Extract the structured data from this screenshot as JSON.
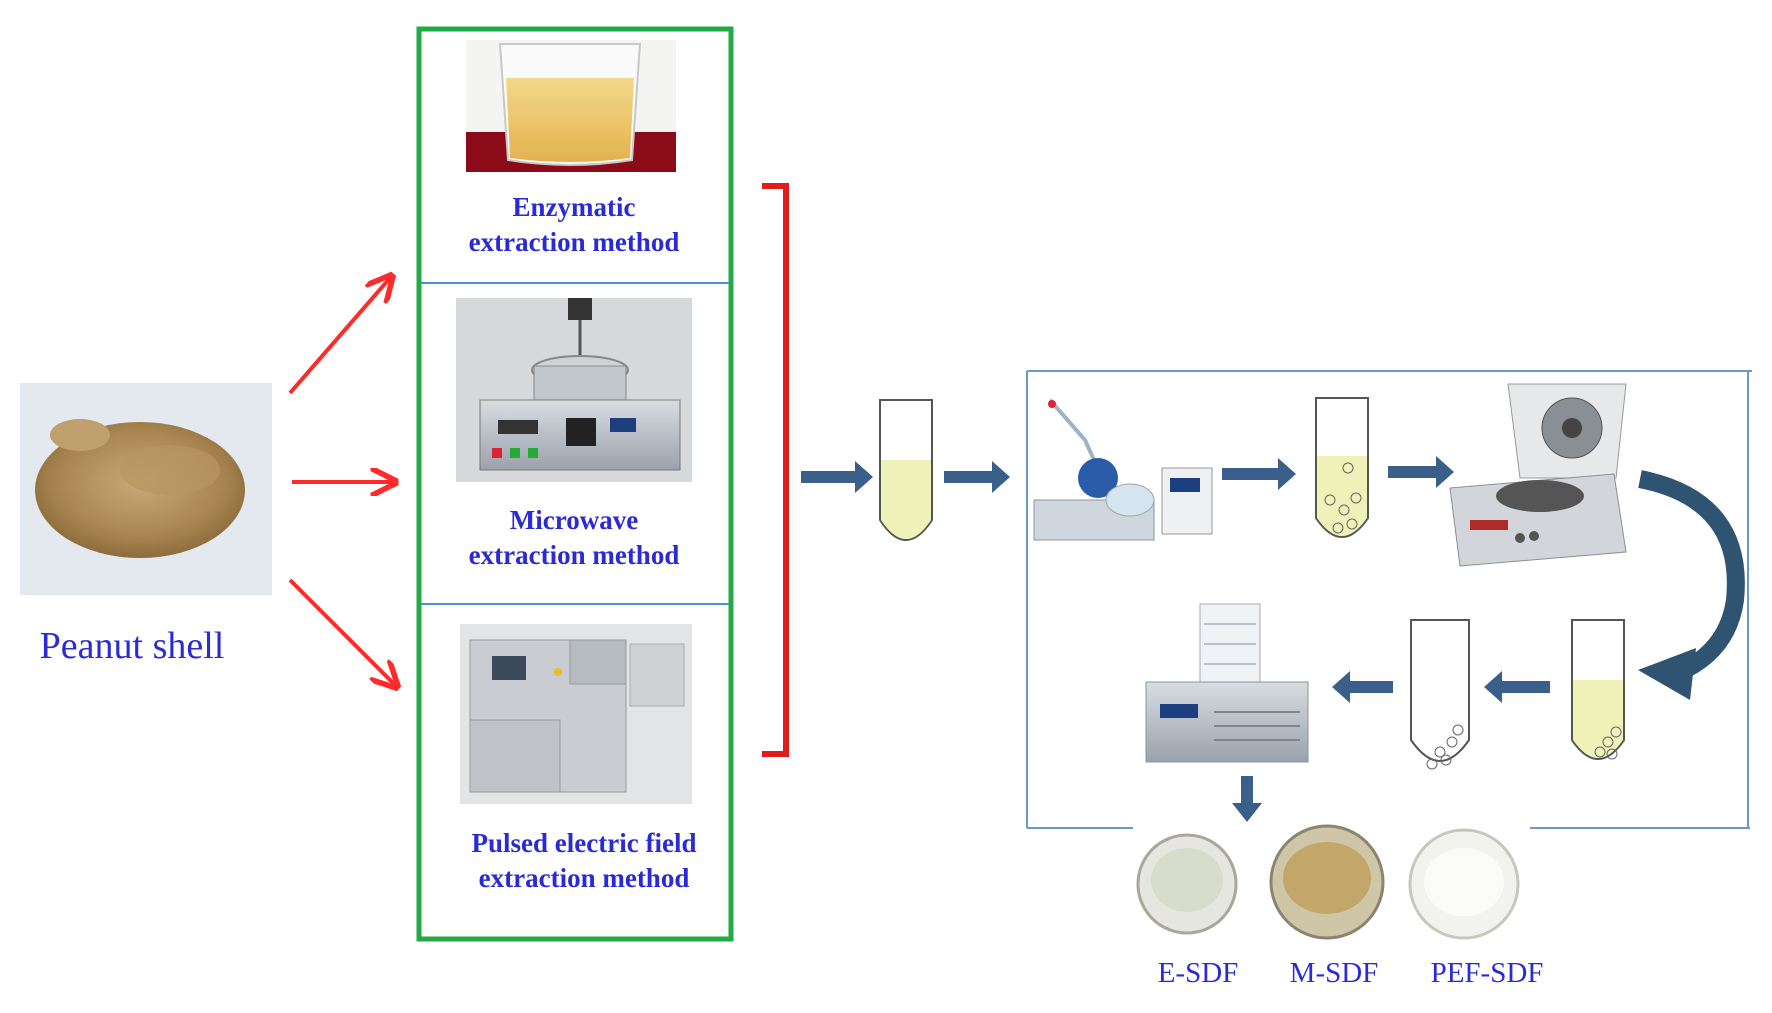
{
  "source": {
    "label": "Peanut shell"
  },
  "methods": [
    {
      "label": "Enzymatic\nextraction method"
    },
    {
      "label": "Microwave\nextraction method"
    },
    {
      "label": "Pulsed electric field\nextraction method"
    }
  ],
  "products": [
    {
      "label": "E-SDF"
    },
    {
      "label": "M-SDF"
    },
    {
      "label": "PEF-SDF"
    }
  ],
  "colors": {
    "label_text": "#2b2bd6",
    "method_box": "#22aa44",
    "branch_arrows": "#ff2a2a",
    "bracket": "#e21b1b",
    "process_arrows": "#3a5f8a",
    "process_box": "#6a98c8",
    "tube_liquid": "#eef1b8"
  },
  "icons": [
    "peanut-powder-photo",
    "beaker-photo",
    "microwave-extractor-photo",
    "pulsed-field-device-photo",
    "test-tube-icon",
    "rotary-evaporator-icon",
    "centrifuge-icon",
    "freeze-dryer-icon",
    "powder-dish-icon"
  ]
}
